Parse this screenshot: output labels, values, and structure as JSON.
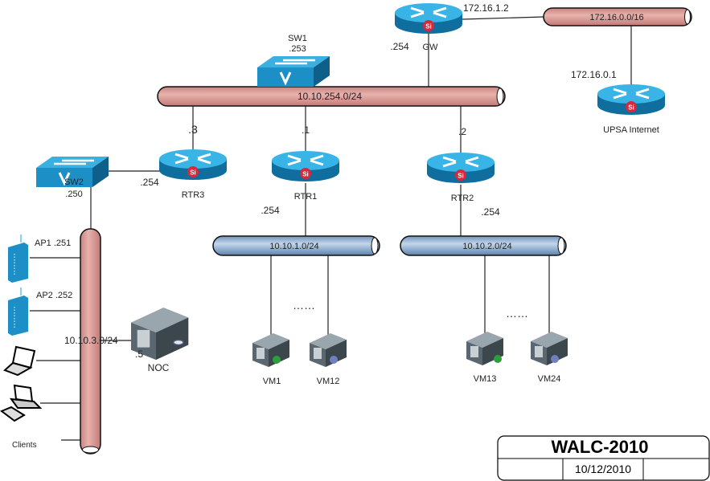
{
  "networks": {
    "backbone": "10.10.254.0/24",
    "upstream": "172.16.0.0/16",
    "lan1": "10.10.1.0/24",
    "lan2": "10.10.2.0/24",
    "lan3": "10.10.3.0/24"
  },
  "devices": {
    "sw1": {
      "name": "SW1",
      "addr": ".253"
    },
    "gw": {
      "name": "GW",
      "addr": ".254",
      "wan_addr": "172.16.1.2"
    },
    "upsa": {
      "name": "UPSA Internet",
      "addr": "172.16.0.1"
    },
    "rtr3": {
      "name": "RTR3",
      "up_addr": ".3",
      "down_addr": ".254"
    },
    "rtr1": {
      "name": "RTR1",
      "up_addr": ".1",
      "down_addr": ".254"
    },
    "rtr2": {
      "name": "RTR2",
      "up_addr": ".2",
      "down_addr": ".254"
    },
    "sw2": {
      "name": "SW2",
      "addr": ".250"
    },
    "ap1": {
      "label": "AP1 .251"
    },
    "ap2": {
      "label": "AP2 .252"
    },
    "noc": {
      "name": "NOC",
      "addr": ".5"
    },
    "clients": {
      "label": "Clients"
    },
    "vm1": {
      "name": "VM1"
    },
    "vm12": {
      "name": "VM12"
    },
    "vm13": {
      "name": "VM13"
    },
    "vm24": {
      "name": "VM24"
    },
    "ellipsis1": "……",
    "ellipsis2": "……"
  },
  "title_block": {
    "title": "WALC-2010",
    "date": "10/12/2010"
  },
  "colors": {
    "backbone_pipe": "#d9a09c",
    "lan_pipe": "#9bb7d6",
    "cisco_blue": "#1c8fc7",
    "si_red": "#d8283c"
  }
}
